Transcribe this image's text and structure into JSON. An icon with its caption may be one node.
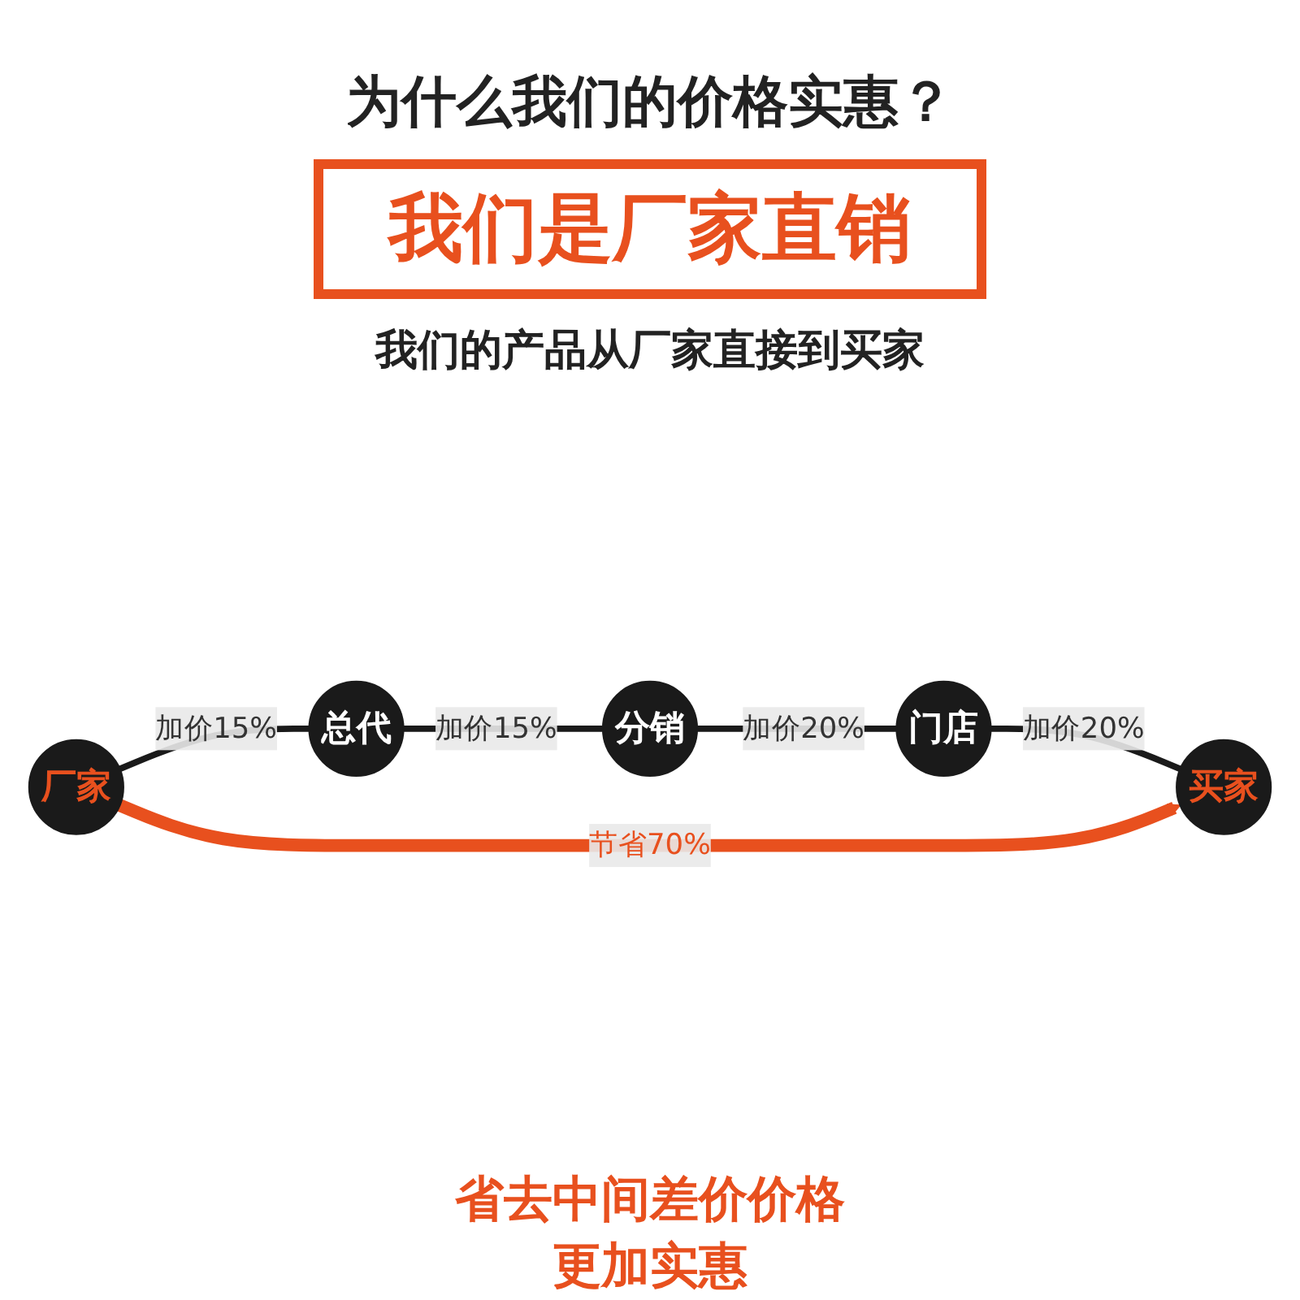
{
  "diagram": {
    "title": "为什么我们的价格实惠？",
    "nodes": [
      {
        "text": [
          "厂家"
        ]
      },
      {
        "text": [
          "总代"
        ]
      },
      {
        "text": [
          "分销"
        ]
      },
      {
        "text": [
          "门店"
        ]
      },
      {
        "text": [
          "买家"
        ]
      }
    ],
    "edges": [
      {
        "from": 0,
        "to": 1,
        "arrow": "none",
        "label": "加价15%"
      },
      {
        "from": 1,
        "to": 2,
        "arrow": "none",
        "label": "加价15%"
      },
      {
        "from": 2,
        "to": 3,
        "arrow": "none",
        "label": "加价20%"
      },
      {
        "from": 3,
        "to": 4,
        "arrow": "none",
        "label": "加价20%"
      },
      {
        "from": 0,
        "to": 4,
        "arrow": "to",
        "label": "节省70%",
        "style": "thick",
        "color": "#e8501e"
      }
    ],
    "labels": [
      "我们是厂家直销",
      "我们的产品从厂家直接到买家",
      "省去中间差价价格更加实惠"
    ]
  }
}
